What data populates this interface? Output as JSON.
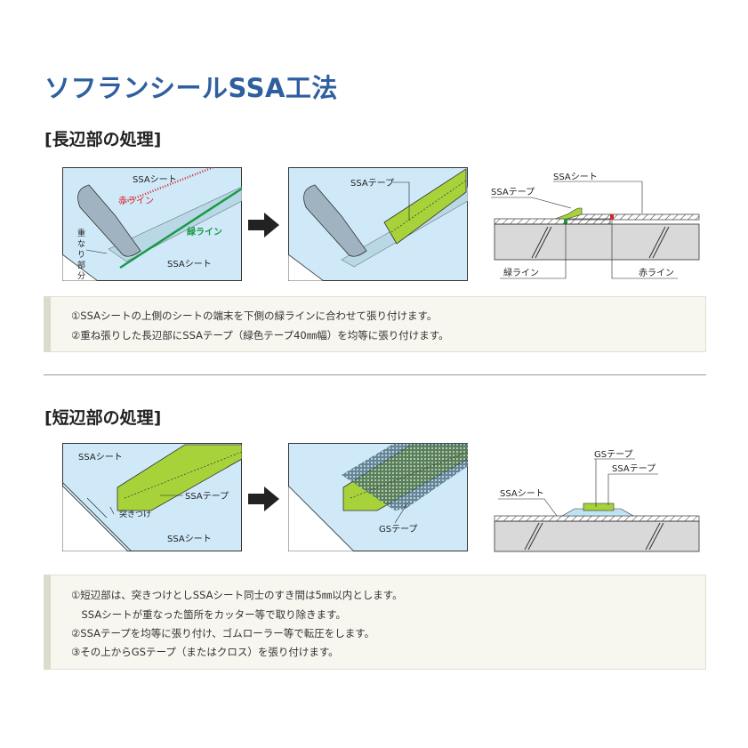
{
  "title": "ソフランシールSSA工法",
  "long_edge": {
    "heading": "[長辺部の処理]",
    "fig1": {
      "ssa_sheet_top": "SSAシート",
      "red_line": "赤ライン",
      "overlap": [
        "重",
        "な",
        "り",
        "部",
        "分"
      ],
      "green_line": "緑ライン",
      "ssa_sheet_bottom": "SSAシート"
    },
    "fig2": {
      "ssa_tape": "SSAテープ"
    },
    "section": {
      "ssa_sheet": "SSAシート",
      "ssa_tape": "SSAテープ",
      "green_line": "緑ライン",
      "red_line": "赤ライン"
    },
    "notes": [
      "①SSAシートの上側のシートの端末を下側の緑ラインに合わせて張り付けます。",
      "②重ね張りした長辺部にSSAテープ（緑色テープ40㎜幅）を均等に張り付けます。"
    ]
  },
  "short_edge": {
    "heading": "[短辺部の処理]",
    "fig1": {
      "ssa_sheet_top": "SSAシート",
      "ssa_tape": "SSAテープ",
      "butt_joint": "突きつけ",
      "ssa_sheet_bottom": "SSAシート"
    },
    "fig2": {
      "gs_tape": "GSテープ"
    },
    "section": {
      "gs_tape": "GSテープ",
      "ssa_tape": "SSAテープ",
      "ssa_sheet": "SSAシート"
    },
    "notes": [
      "①短辺部は、突きつけとしSSAシート同士のすき間は5㎜以内とします。",
      "　SSAシートが重なった箇所をカッター等で取り除きます。",
      "②SSAテープを均等に張り付け、ゴムローラー等で転圧をします。",
      "③その上からGSテープ（またはクロス）を張り付けます。"
    ]
  },
  "colors": {
    "title": "#2f5f9f",
    "sheet": "#cfe9f8",
    "tape": "#a8d23a",
    "red_line": "#d8232a",
    "green_line": "#1a9a48",
    "note_bg": "#f7f6ef"
  }
}
